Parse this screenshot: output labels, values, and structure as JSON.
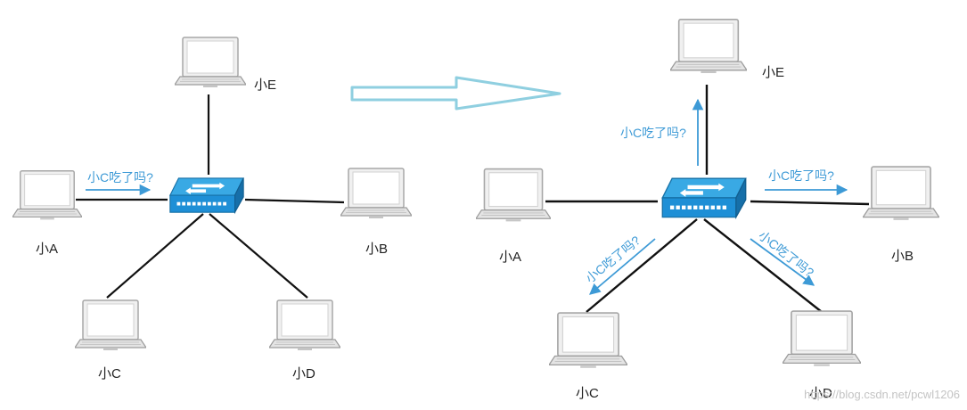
{
  "diagram": {
    "left": {
      "nodes": {
        "e": "小E",
        "a": "小A",
        "b": "小B",
        "c": "小C",
        "d": "小D"
      },
      "message": "小C吃了吗?"
    },
    "right": {
      "nodes": {
        "e": "小E",
        "a": "小A",
        "b": "小B",
        "c": "小C",
        "d": "小D"
      },
      "messages": {
        "to_e": "小C吃了吗?",
        "to_b": "小C吃了吗?",
        "to_c": "小C吃了吗?",
        "to_d": "小C吃了吗?"
      }
    },
    "watermark": "https://blog.csdn.net/pcwl1206",
    "colors": {
      "wire": "#111111",
      "message": "#3d9ad6",
      "switch": "#1e8fd6",
      "arrow_outline": "#8fcfe0"
    }
  }
}
